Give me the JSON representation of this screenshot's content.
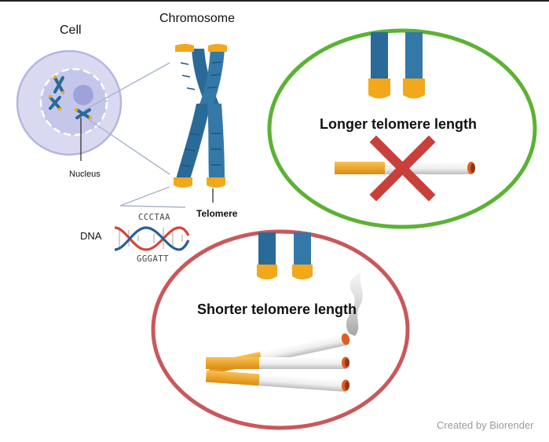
{
  "labels": {
    "cell": "Cell",
    "chromosome": "Chromosome",
    "nucleus": "Nucleus",
    "telomere": "Telomere",
    "dna": "DNA",
    "sequence_top": "CCCTAA",
    "sequence_bottom": "GGGATT"
  },
  "panels": {
    "longer": {
      "title": "Longer telomere length",
      "ring_color": "#5bb234"
    },
    "shorter": {
      "title": "Shorter telomere length",
      "ring_color": "#c9585a"
    }
  },
  "footer": {
    "credit": "Created by Biorender"
  },
  "colors": {
    "chromatid": "#2a6a98",
    "telomere_cap": "#f2a81a",
    "cell_membrane": "#b4b6de",
    "cell_fill": "#d9daf2",
    "nucleus_fill": "#c5c7ea",
    "no_smoking_cross": "#c9403a",
    "dna_red": "#d5453b",
    "dna_blue": "#2c5e93",
    "cigarette_filter": "#f0a526",
    "cigarette_ember": "#e25c1f"
  },
  "icons": {
    "no_smoking": "cross-mark-icon",
    "smoke": "smoke-icon"
  }
}
